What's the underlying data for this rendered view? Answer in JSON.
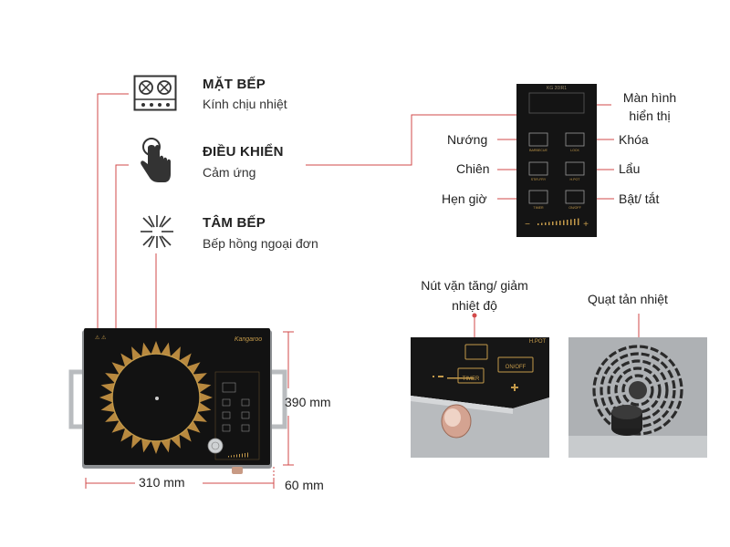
{
  "features": [
    {
      "title": "MẶT BẾP",
      "subtitle": "Kính chịu nhiệt",
      "icon": "stove-top-icon"
    },
    {
      "title": "ĐIỀU KHIỂN",
      "subtitle": "Cảm ứng",
      "icon": "touch-hand-icon"
    },
    {
      "title": "TÂM BẾP",
      "subtitle": "Bếp hồng ngoại đơn",
      "icon": "infrared-burst-icon"
    }
  ],
  "panel": {
    "display_label_line1": "Màn hình",
    "display_label_line2": "hiển thị",
    "left_labels": [
      "Nướng",
      "Chiên",
      "Hẹn giờ"
    ],
    "right_labels": [
      "Khóa",
      "Lẩu",
      "Bật/ tắt"
    ],
    "button_texts": [
      "BARBECUE",
      "LOCK",
      "STIR-FRY",
      "H.POT",
      "TIMER",
      "ON/OFF"
    ],
    "display_text": "KG 20IR1",
    "minus": "−",
    "plus": "+"
  },
  "stove": {
    "brand": "Kangaroo",
    "width_label": "310 mm",
    "depth_label": "390 mm",
    "height_label": "60 mm"
  },
  "knob": {
    "label_line1": "Nút vặn tăng/ giảm",
    "label_line2": "nhiệt độ",
    "photo_texts": [
      "H.POT",
      "TIMER",
      "ON/OFF"
    ]
  },
  "fan": {
    "label": "Quạt tản nhiệt"
  },
  "colors": {
    "accent_line": "#d24a4a",
    "glass": "#121212",
    "gold": "#c49a4a",
    "steel": "#b9bcbf"
  }
}
